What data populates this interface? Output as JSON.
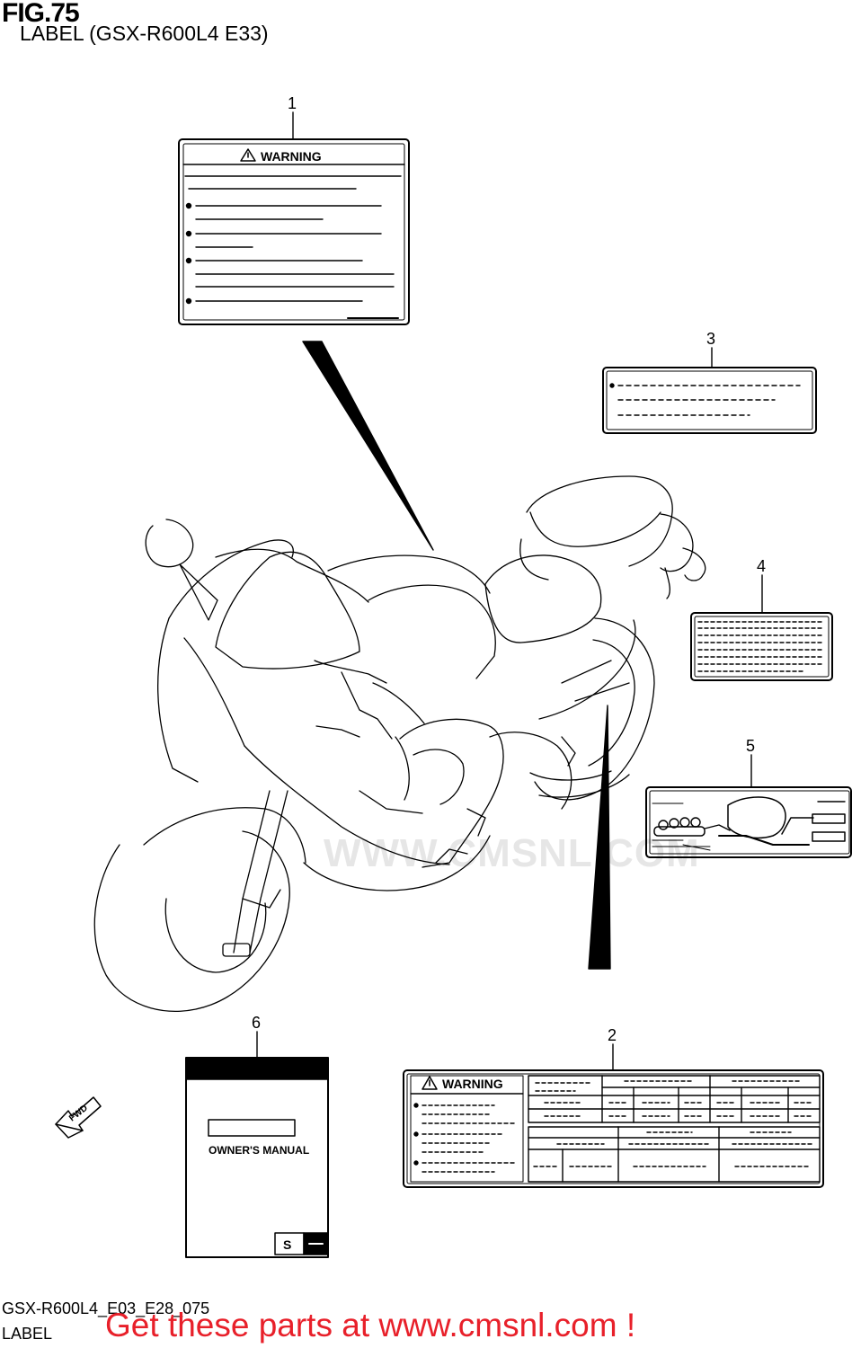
{
  "header": {
    "fig_number": "FIG.75",
    "subtitle": "LABEL (GSX-R600L4 E33)"
  },
  "footer": {
    "drawing_code": "GSX-R600L4_E03_E28_075",
    "section_label": "LABEL",
    "promo_text": "Get these parts at www.cmsnl.com !"
  },
  "watermark": {
    "text": "WWW.CMSNL.COM"
  },
  "callouts": {
    "c1": "1",
    "c2": "2",
    "c3": "3",
    "c4": "4",
    "c5": "5",
    "c6": "6"
  },
  "labels": {
    "warning_title": "WARNING",
    "manual_title": "OWNER'S MANUAL",
    "fwd_arrow": "FWD"
  },
  "icons": {
    "warning": "warning-triangle-icon",
    "brand": "suzuki-logo-icon",
    "direction": "forward-arrow-icon"
  },
  "colors": {
    "line": "#000000",
    "promo": "#e8202a",
    "watermark": "#e6e6e6"
  }
}
